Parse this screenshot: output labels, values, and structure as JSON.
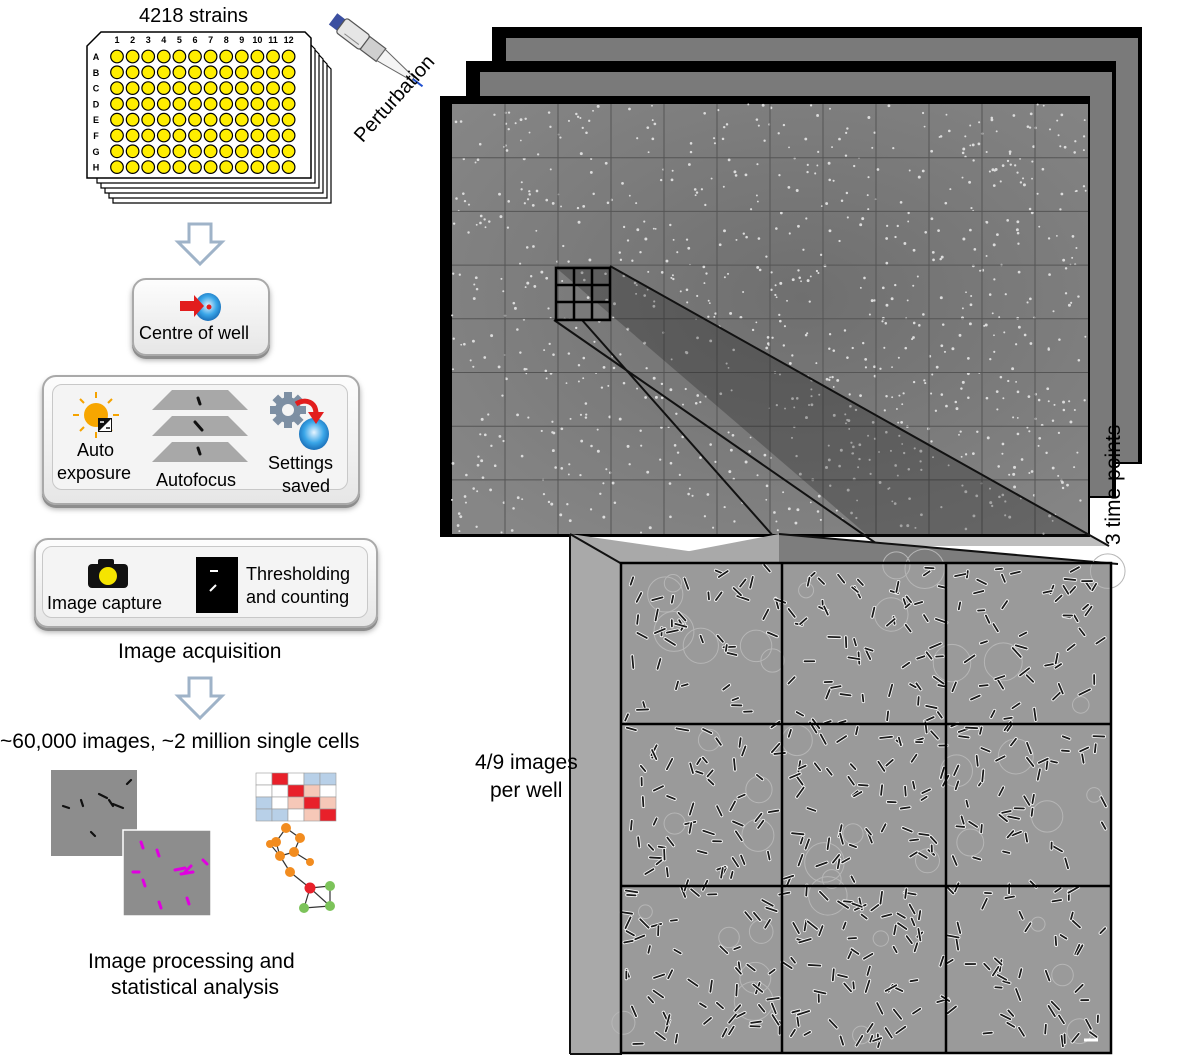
{
  "plate": {
    "title": "4218 strains",
    "columns": [
      "1",
      "2",
      "3",
      "4",
      "5",
      "6",
      "7",
      "8",
      "9",
      "10",
      "11",
      "12"
    ],
    "rows": [
      "A",
      "B",
      "C",
      "D",
      "E",
      "F",
      "G",
      "H"
    ],
    "well_color": "#ffee00"
  },
  "pipette": {
    "label": "Perturbation"
  },
  "steps": {
    "centre": {
      "label": "Centre of well"
    },
    "exposure": {
      "label_line1": "Auto",
      "label_line2": "exposure"
    },
    "autofocus": {
      "label": "Autofocus"
    },
    "settings": {
      "label_line1": "Settings",
      "label_line2": "saved"
    },
    "capture": {
      "label": "Image capture"
    },
    "threshold": {
      "label_line1": "Thresholding",
      "label_line2": "and counting"
    }
  },
  "acquisition_caption": "Image acquisition",
  "summary": "~60,000 images, ~2 million single cells",
  "analysis_caption_line1": "Image processing and",
  "analysis_caption_line2": "statistical analysis",
  "timepoints_label": "3 time-points",
  "images_per_well_line1": "4/9 images",
  "images_per_well_line2": "per well",
  "colors": {
    "arrow": "#9fb3c8",
    "plate_bg": "#7d7d7d",
    "magenta": "#e000e0",
    "network_orange": "#f28c1f",
    "network_red": "#e8202a",
    "network_green": "#7cc35a",
    "heat_red": "#e8202a",
    "heat_blue": "#b8d0e8",
    "heat_pink": "#f6c8b8"
  }
}
